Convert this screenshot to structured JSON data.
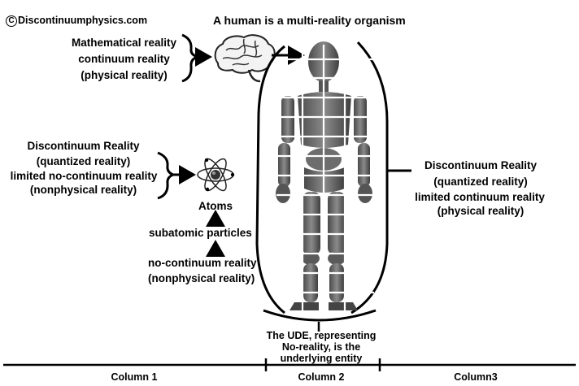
{
  "header": {
    "copyright_symbol": "C",
    "site": "Discontinuumphysics.com",
    "title": "A human is a multi-reality organism"
  },
  "brain_group": {
    "line1": "Mathematical reality",
    "line2": "continuum reality",
    "line3": "(physical reality)"
  },
  "atom_group": {
    "line1": "Discontinuum Reality",
    "line2": "(quantized reality)",
    "line3": "limited no-continuum reality",
    "line4": "(nonphysical reality)"
  },
  "atom_chain": {
    "atoms": "Atoms",
    "subatomic": "subatomic particles",
    "nocontinuum_line1": "no-continuum reality",
    "nocontinuum_line2": "(nonphysical reality)"
  },
  "body_group": {
    "line1": "Discontinuum Reality",
    "line2": "(quantized reality)",
    "line3": "limited continuum reality",
    "line4": "(physical reality)"
  },
  "ude": {
    "line1": "The UDE, representing",
    "line2": "No-reality, is the",
    "line3": "underlying entity"
  },
  "columns": {
    "col1": "Column 1",
    "col2": "Column 2",
    "col3": "Column3"
  },
  "icons": [
    "brain-icon",
    "atom-icon",
    "mannequin-figure"
  ]
}
